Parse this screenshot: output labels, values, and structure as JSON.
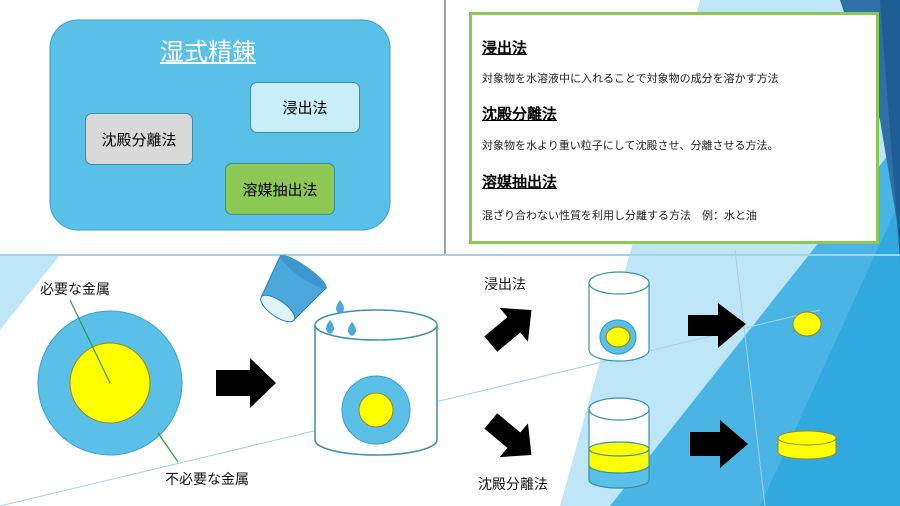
{
  "diagram": {
    "title": "湿式精錬",
    "methods": [
      "浸出法",
      "沈殿分離法",
      "溶媒抽出法"
    ]
  },
  "definitions": [
    {
      "term": "浸出法",
      "description": "対象物を水溶液中に入れることで対象物の成分を溶かす方法"
    },
    {
      "term": "沈殿分離法",
      "description": "対象物を水より重い粒子にして沈殿させ、分離させる方法。"
    },
    {
      "term": "溶媒抽出法",
      "description": "混ざり合わない性質を利用し分離する方法　例：水と油"
    }
  ],
  "process": {
    "needed_metal_label": "必要な金属",
    "unneeded_metal_label": "不必要な金属",
    "leaching_label": "浸出法",
    "precipitation_label": "沈殿分離法"
  },
  "colors": {
    "blue": "#5bc0e8",
    "yellow": "#ffff00",
    "green_box": "#8cc853",
    "grey_box": "#d9d9d9",
    "light_box": "#c9eef8"
  }
}
